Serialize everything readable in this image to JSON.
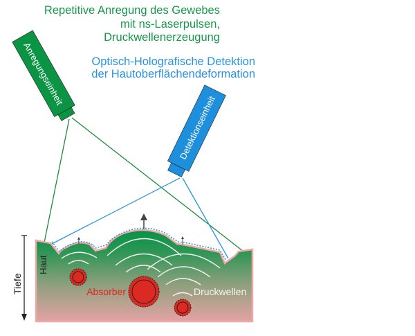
{
  "header": {
    "excitation_lines": [
      "Repetitive Anregung des Gewebes",
      "mit ns-Laserpulsen,",
      "Druckwellenerzeugung"
    ],
    "detection_lines": [
      "Optisch-Holografische Detektion",
      "der Hautoberflächendeformation"
    ]
  },
  "units": {
    "excitation_label": "Anregungseinheit",
    "detection_label": "Detektionseinheit"
  },
  "tissue": {
    "skin_label": "Haut",
    "depth_label": "Tiefe",
    "absorber_label": "Absorber",
    "waves_label": "Druckwellen"
  },
  "colors": {
    "green": "#0b9444",
    "blue": "#1e8fdc",
    "red": "#dc2a22",
    "skin_edge": "#f0a0a0"
  }
}
